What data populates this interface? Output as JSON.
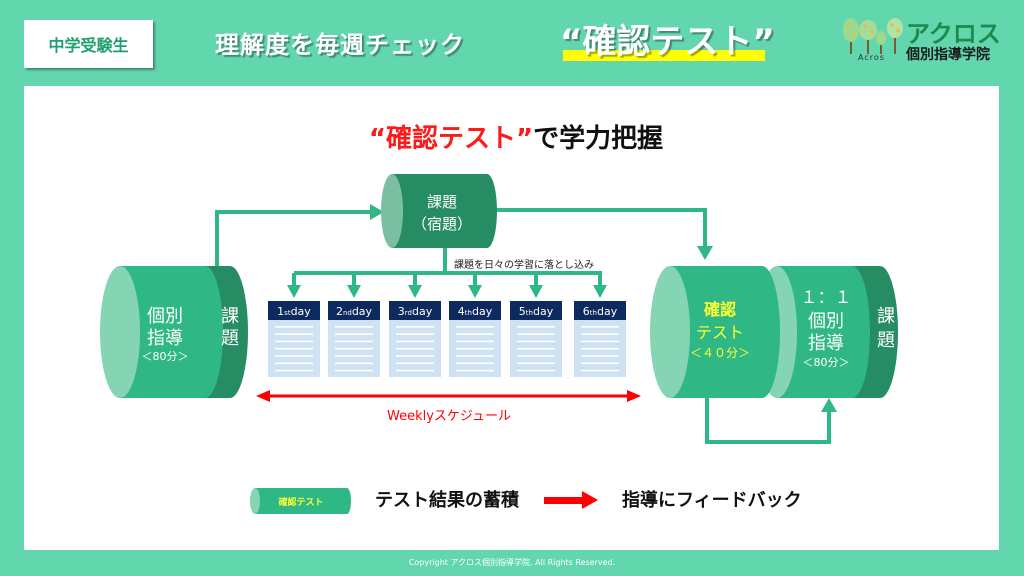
{
  "header": {
    "badge": "中学受験生",
    "subtitle": "理解度を毎週チェック",
    "headline": "“確認テスト”",
    "logo": {
      "name": "アクロス",
      "sub": "個別指導学院",
      "roman": "Acros"
    }
  },
  "main_title": {
    "highlight": "“確認テスト”",
    "rest": "で学力把握"
  },
  "diagram": {
    "left_cylinder": {
      "line1": "個別",
      "line2": "指導",
      "duration": "＜80分＞",
      "side": [
        "課",
        "題"
      ]
    },
    "homework_cylinder": {
      "line1": "課題",
      "line2": "（宿題）"
    },
    "homework_caption": "課題を日々の学習に落とし込み",
    "days": [
      {
        "num": "1",
        "suffix": "st",
        "label": "day"
      },
      {
        "num": "2",
        "suffix": "nd",
        "label": "day"
      },
      {
        "num": "3",
        "suffix": "rd",
        "label": "day"
      },
      {
        "num": "4",
        "suffix": "th",
        "label": "day"
      },
      {
        "num": "5",
        "suffix": "th",
        "label": "day"
      },
      {
        "num": "6",
        "suffix": "th",
        "label": "day"
      }
    ],
    "weekly_label": "Weeklyスケジュール",
    "test_cylinder": {
      "line1": "確認",
      "line2": "テスト",
      "duration": "＜４０分＞"
    },
    "right_cylinder": {
      "line0": "１：１",
      "line1": "個別",
      "line2": "指導",
      "duration": "＜80分＞",
      "side": [
        "課",
        "題"
      ]
    }
  },
  "legend": {
    "chip": "確認テスト",
    "accumulate": "テスト結果の蓄積",
    "feedback": "指導にフィードバック"
  },
  "colors": {
    "background": "#62d6ad",
    "cylinder_main": "#2fb886",
    "cylinder_dark": "#268c63",
    "cylinder_face": "#85d4b4",
    "arrow_green": "#2fb886",
    "arrow_red": "#ff0000",
    "day_header": "#0c2a5e",
    "day_body": "#cfe2f3",
    "highlight_yellow": "#ffff00"
  },
  "footer": "Copyright アクロス個別指導学院. All Rights Reserved."
}
